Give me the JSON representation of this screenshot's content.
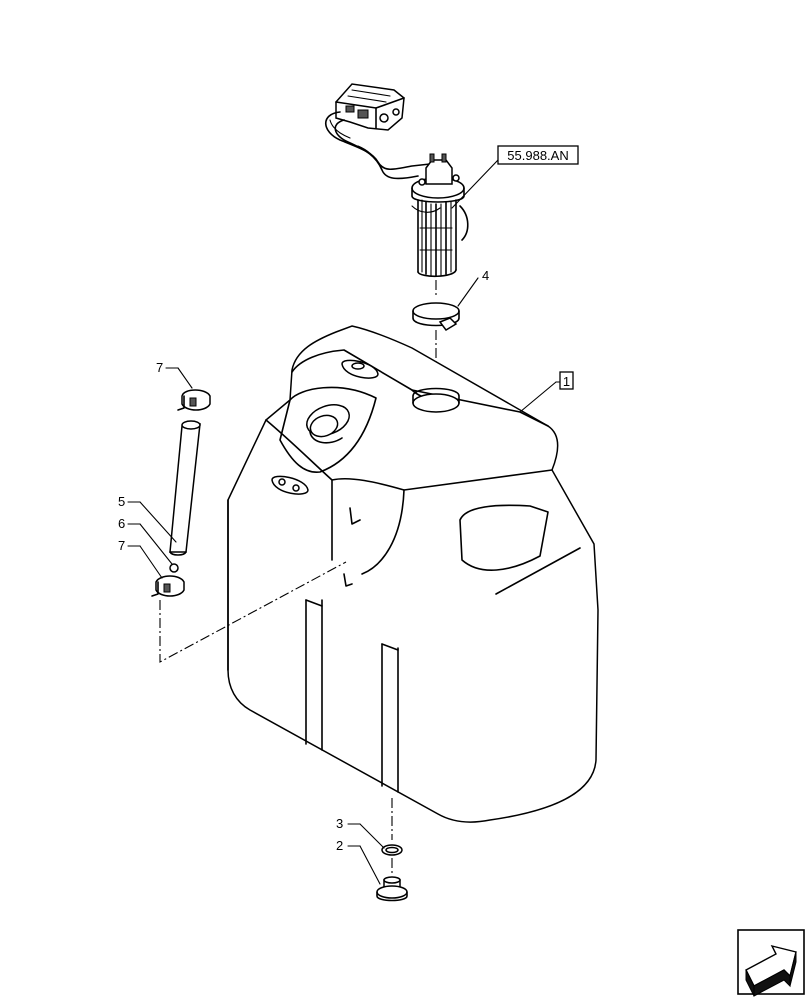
{
  "diagram": {
    "reference_code": "55.988.AN",
    "box_label_1": "1",
    "labels": {
      "item2": "2",
      "item3": "3",
      "item4": "4",
      "item5": "5",
      "item6": "6",
      "item7_top": "7",
      "item7_bottom": "7"
    }
  }
}
